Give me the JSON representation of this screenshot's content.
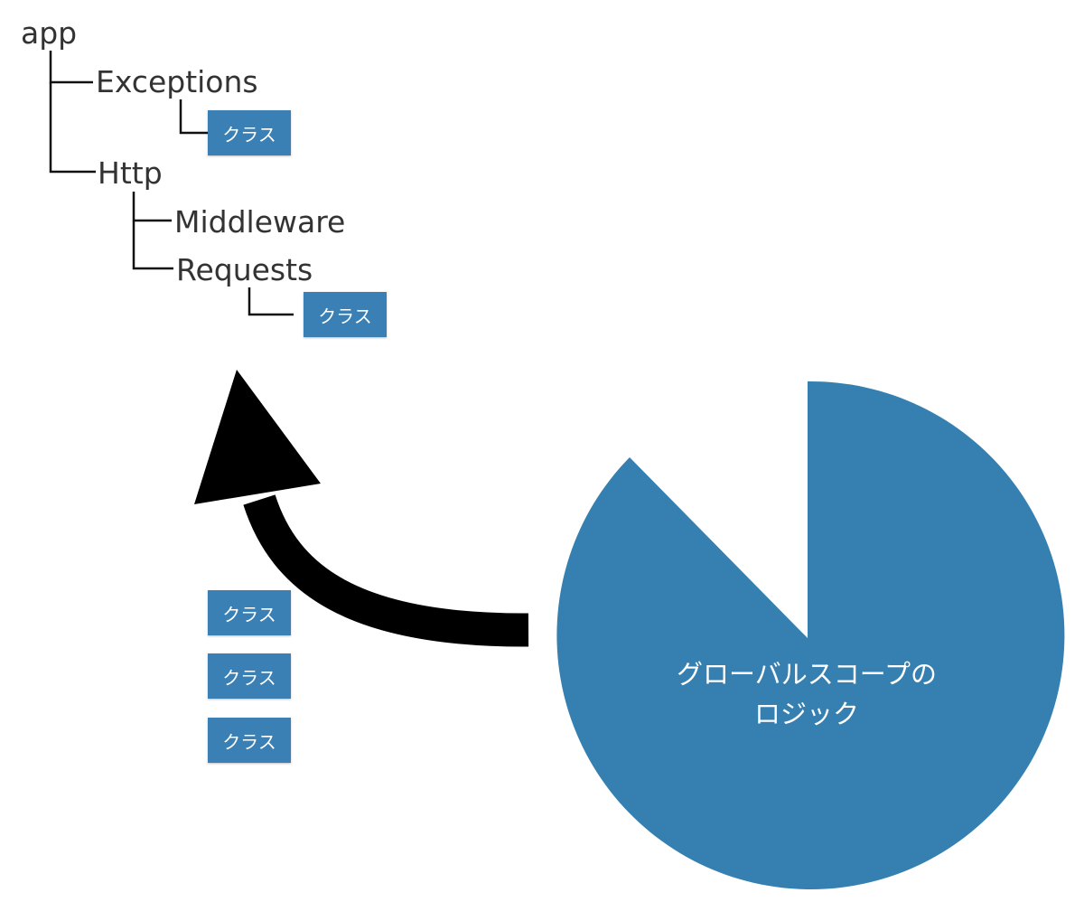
{
  "tree": {
    "root": "app",
    "exceptions": "Exceptions",
    "exceptions_class": "クラス",
    "http": "Http",
    "middleware": "Middleware",
    "requests": "Requests",
    "requests_class": "クラス"
  },
  "loose_classes": [
    "クラス",
    "クラス",
    "クラス"
  ],
  "global_scope": {
    "line1": "グローバルスコープの",
    "line2": "ロジック"
  },
  "colors": {
    "class_box": "#3a80b4",
    "pie": "#3580b1",
    "arrow": "#000000",
    "tree_line": "#111111",
    "tree_text": "#333333"
  }
}
